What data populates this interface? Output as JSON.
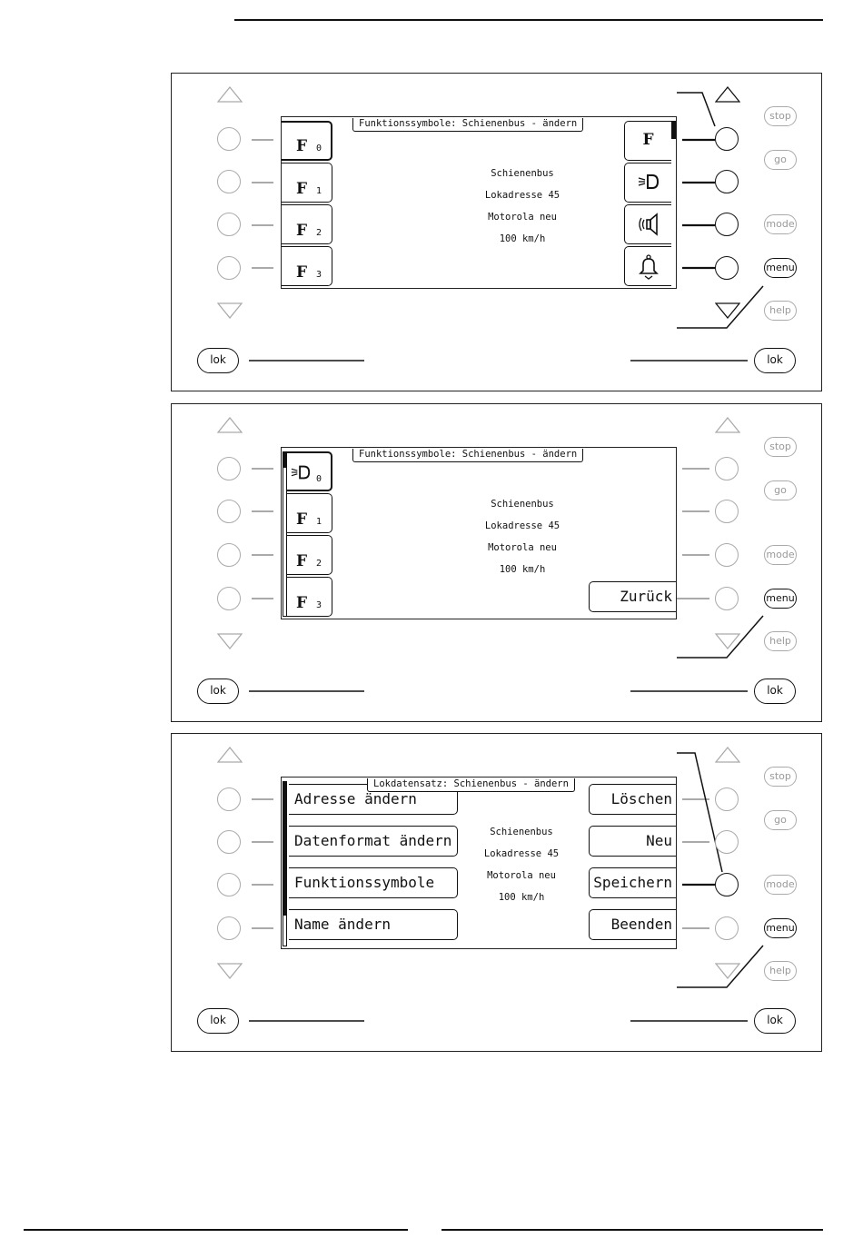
{
  "buttons": {
    "stop": "stop",
    "go": "go",
    "mode": "mode",
    "menu": "menu",
    "help": "help",
    "lok": "lok"
  },
  "panel1": {
    "title": "Funktionssymbole: Schienenbus - ändern",
    "left_tabs": [
      {
        "label": "F",
        "index": "0"
      },
      {
        "label": "F",
        "index": "1"
      },
      {
        "label": "F",
        "index": "2"
      },
      {
        "label": "F",
        "index": "3"
      }
    ],
    "right_tabs": [
      {
        "label": "F",
        "icon": "function-f-icon"
      },
      {
        "icon": "headlight-icon"
      },
      {
        "icon": "speaker-icon"
      },
      {
        "icon": "bell-icon"
      }
    ],
    "info": [
      "Schienenbus",
      "Lokadresse 45",
      "Motorola neu",
      "100 km/h"
    ]
  },
  "panel2": {
    "title": "Funktionssymbole: Schienenbus - ändern",
    "left_tabs": [
      {
        "icon": "headlight-icon",
        "index": "0"
      },
      {
        "label": "F",
        "index": "1"
      },
      {
        "label": "F",
        "index": "2"
      },
      {
        "label": "F",
        "index": "3"
      }
    ],
    "info": [
      "Schienenbus",
      "Lokadresse 45",
      "Motorola neu",
      "100 km/h"
    ],
    "back_button": "Zurück"
  },
  "panel3": {
    "title": "Lokdatensatz: Schienenbus - ändern",
    "left_menu": [
      "Adresse ändern",
      "Datenformat ändern",
      "Funktionssymbole",
      "Name ändern"
    ],
    "right_menu": [
      "Löschen",
      "Neu",
      "Speichern",
      "Beenden"
    ],
    "info": [
      "Schienenbus",
      "Lokadresse 45",
      "Motorola neu",
      "100 km/h"
    ]
  }
}
